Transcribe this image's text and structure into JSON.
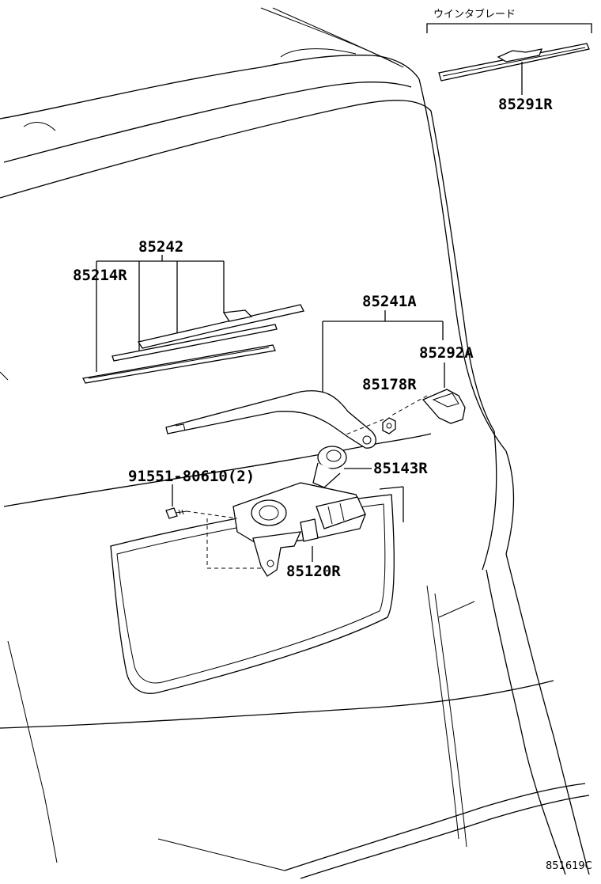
{
  "diagram": {
    "header_label": "ウインタブレード",
    "callouts": {
      "p85291R": "85291R",
      "p85242": "85242",
      "p85214R": "85214R",
      "p85241A": "85241A",
      "p85292A": "85292A",
      "p85178R": "85178R",
      "p91551": "91551-80610(2)",
      "p85143R": "85143R",
      "p85120R": "85120R"
    },
    "figure_ref": "851619C"
  }
}
